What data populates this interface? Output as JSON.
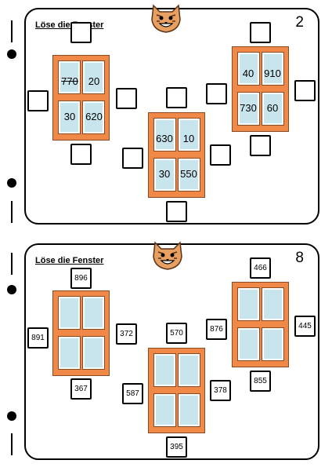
{
  "cards": [
    {
      "title": "Löse die Fenster",
      "number": "2",
      "windows": [
        {
          "panes": [
            "770",
            "20",
            "30",
            "620"
          ],
          "struck": [
            true,
            false,
            false,
            false
          ],
          "boxes": {
            "top": "",
            "bottom": "",
            "left": "",
            "right": ""
          }
        },
        {
          "panes": [
            "630",
            "10",
            "30",
            "550"
          ],
          "struck": [
            false,
            false,
            false,
            false
          ],
          "boxes": {
            "top": "",
            "bottom": "",
            "left": "",
            "right": ""
          }
        },
        {
          "panes": [
            "40",
            "910",
            "730",
            "60"
          ],
          "struck": [
            false,
            false,
            false,
            false
          ],
          "boxes": {
            "top": "",
            "bottom": "",
            "left": "",
            "right": ""
          }
        }
      ]
    },
    {
      "title": "Löse die Fenster",
      "number": "8",
      "windows": [
        {
          "panes": [
            "",
            "",
            "",
            ""
          ],
          "struck": [
            false,
            false,
            false,
            false
          ],
          "boxes": {
            "top": "896",
            "bottom": "367",
            "left": "891",
            "right": "372"
          }
        },
        {
          "panes": [
            "",
            "",
            "",
            ""
          ],
          "struck": [
            false,
            false,
            false,
            false
          ],
          "boxes": {
            "top": "570",
            "bottom": "395",
            "left": "587",
            "right": "378"
          }
        },
        {
          "panes": [
            "",
            "",
            "",
            ""
          ],
          "struck": [
            false,
            false,
            false,
            false
          ],
          "boxes": {
            "top": "466",
            "bottom": "855",
            "left": "876",
            "right": "445"
          }
        }
      ]
    }
  ],
  "icons": {
    "mascot": "cat-face-icon"
  },
  "colors": {
    "frame": "#f08848",
    "pane": "#c8e4ec",
    "ink": "#000000"
  }
}
